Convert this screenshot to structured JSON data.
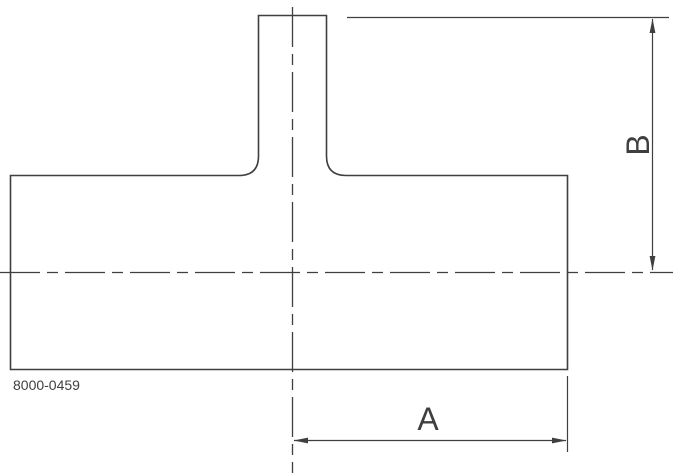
{
  "drawing": {
    "part_number": "8000-0459",
    "dimensions": {
      "horizontal_label": "A",
      "vertical_label": "B"
    },
    "colors": {
      "line": "#3f3f3f",
      "background": "#ffffff"
    }
  }
}
